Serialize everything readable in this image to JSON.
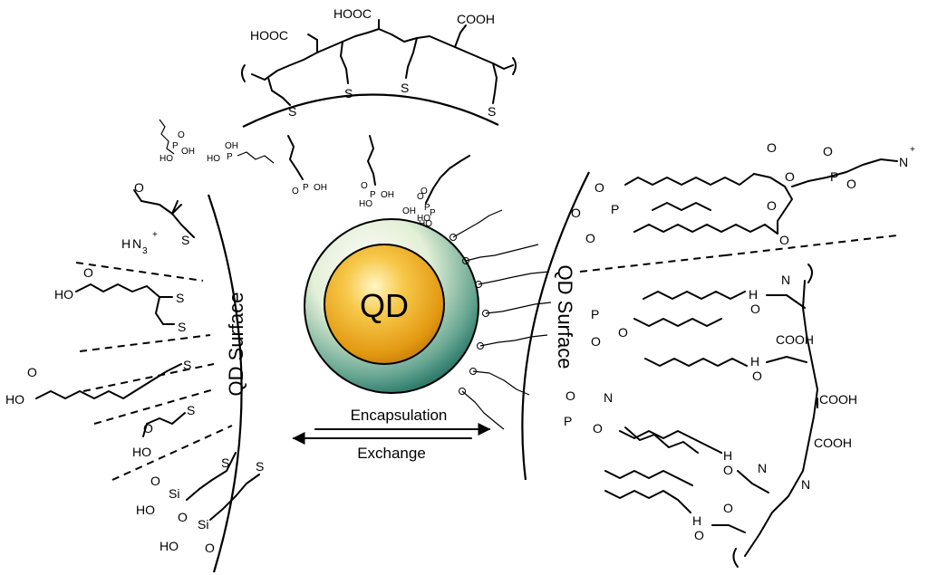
{
  "qd_label": "QD",
  "left_surface_label": "QD Surface",
  "right_surface_label": "QD Surface",
  "arrow_top_label": "Encapsulation",
  "arrow_bottom_label": "Exchange",
  "top_polymer_labels": [
    "HOOC",
    "HOOC",
    "COOH",
    "S",
    "S",
    "S",
    "S"
  ],
  "left_ligand_labels": [
    "O",
    "N",
    "H",
    "3",
    "+",
    "S",
    "HO",
    "O",
    "S",
    "S",
    "S",
    "HO",
    "O",
    "S",
    "HO",
    "O",
    "S",
    "S",
    "O",
    "Si",
    "HO",
    "O",
    "Si",
    "HO",
    "O"
  ],
  "floating_phosphonic_labels": [
    "P",
    "OH",
    "HO",
    "O",
    "P",
    "OH",
    "HO",
    "P",
    "OH",
    "O",
    "P",
    "OH",
    "HO",
    "O",
    "P",
    "OH",
    "HO",
    "O",
    "HO",
    "P",
    "O"
  ],
  "right_ligand_labels": [
    "O",
    "P",
    "O",
    "O",
    "O",
    "O",
    "P",
    "O",
    "O",
    "N",
    "+",
    "O",
    "O",
    "P",
    "O",
    "O",
    "P",
    "O",
    "N",
    "H",
    "O",
    "N",
    "H",
    "O",
    "COOH",
    "COOH",
    "COOH",
    "N",
    "H",
    "O",
    "N",
    "H",
    "O",
    "O",
    "O"
  ],
  "colors": {
    "core_gold": "#e8a21a",
    "core_highlight": "#fde58a",
    "shell_teal": "#2f8a78",
    "shell_light": "#e6f2dc"
  }
}
